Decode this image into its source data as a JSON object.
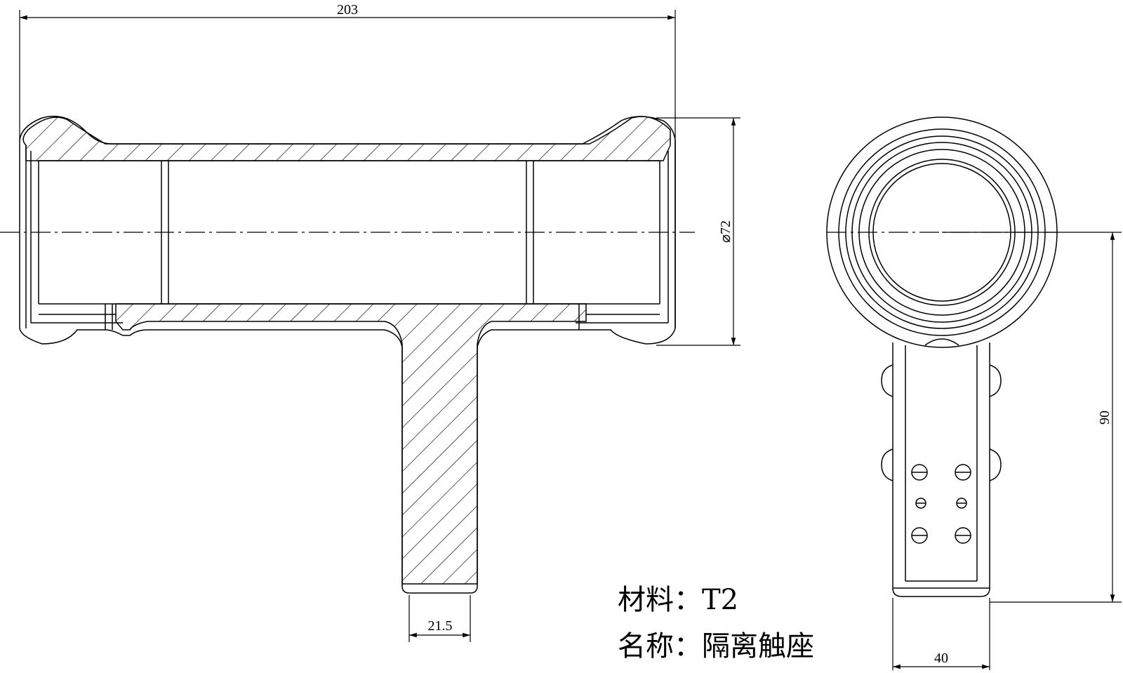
{
  "dimensions": {
    "overall_length": "203",
    "outer_diameter": "⌀72",
    "stem_width": "21.5",
    "bar_height": "90",
    "bar_width": "40"
  },
  "notes": {
    "material_label": "材料：",
    "material_value": "T2",
    "name_label": "名称：",
    "name_value": "隔离触座"
  }
}
